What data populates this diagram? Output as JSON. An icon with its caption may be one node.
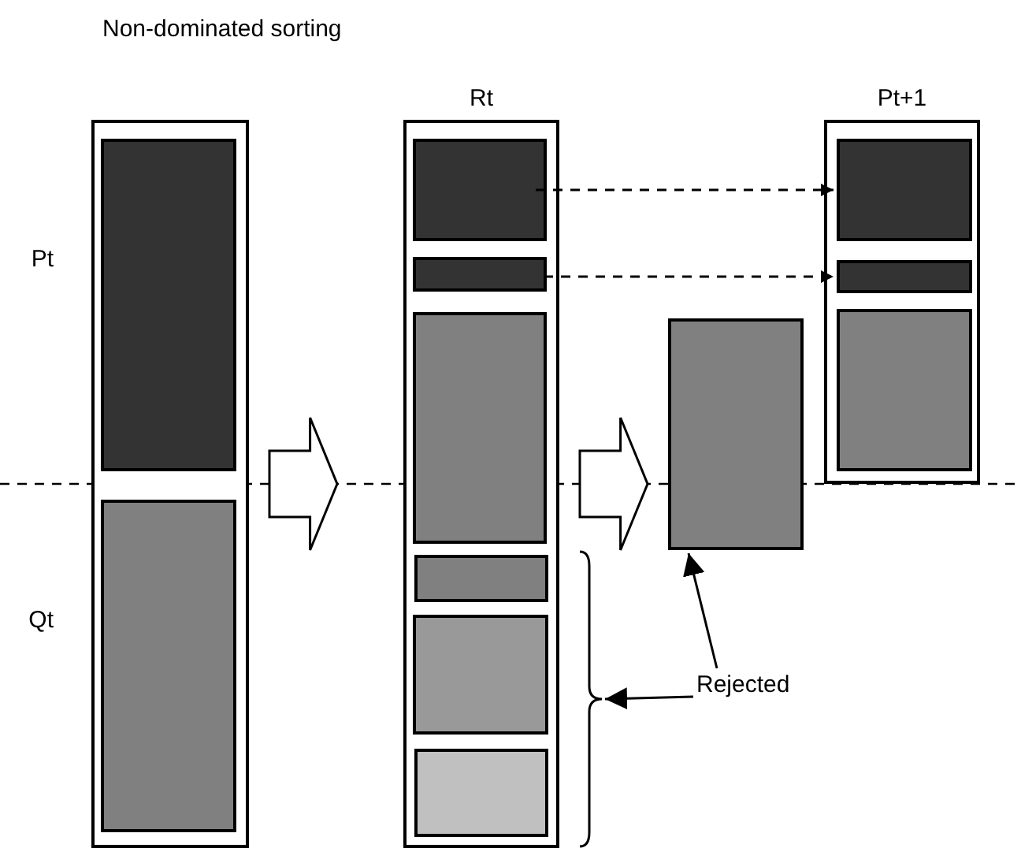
{
  "diagram": {
    "title": "Non-dominated sorting",
    "nodes": [
      {
        "text": [],
        "shape": "box"
      },
      {
        "text": [],
        "shape": "box",
        "in": 0,
        "beside": [
          "Pt"
        ]
      },
      {
        "text": [],
        "shape": "box",
        "in": 0,
        "beside": [
          "Qt"
        ]
      },
      {
        "text": [
          "Rt"
        ]
      },
      {
        "text": [],
        "shape": "box",
        "in": 3
      },
      {
        "text": [],
        "shape": "box",
        "in": 3
      },
      {
        "text": [],
        "shape": "box",
        "in": 3
      },
      {
        "text": [],
        "shape": "box",
        "in": 3
      },
      {
        "text": [],
        "shape": "box",
        "in": 3
      },
      {
        "text": [],
        "shape": "box",
        "in": 3
      },
      {
        "text": [],
        "shape": "box"
      },
      {
        "text": [
          "Pt+1"
        ]
      },
      {
        "text": [],
        "shape": "box",
        "in": 11
      },
      {
        "text": [],
        "shape": "box",
        "in": 11
      },
      {
        "text": [],
        "shape": "box",
        "in": 11
      },
      {
        "text": [
          "Rejected"
        ]
      },
      {
        "text": [],
        "shape": "brace"
      }
    ],
    "edges": [
      {
        "from": 0,
        "to": 3,
        "arrow": "to",
        "style": "thick"
      },
      {
        "from": 3,
        "to": 10,
        "arrow": "to",
        "style": "thick"
      },
      {
        "from": 4,
        "to": 12,
        "arrow": "to",
        "style": "dashed"
      },
      {
        "from": 5,
        "to": 13,
        "arrow": "to",
        "style": "dashed"
      },
      {
        "from": 15,
        "to": 10,
        "arrow": "to"
      },
      {
        "from": 15,
        "to": 16,
        "arrow": "to"
      }
    ]
  }
}
